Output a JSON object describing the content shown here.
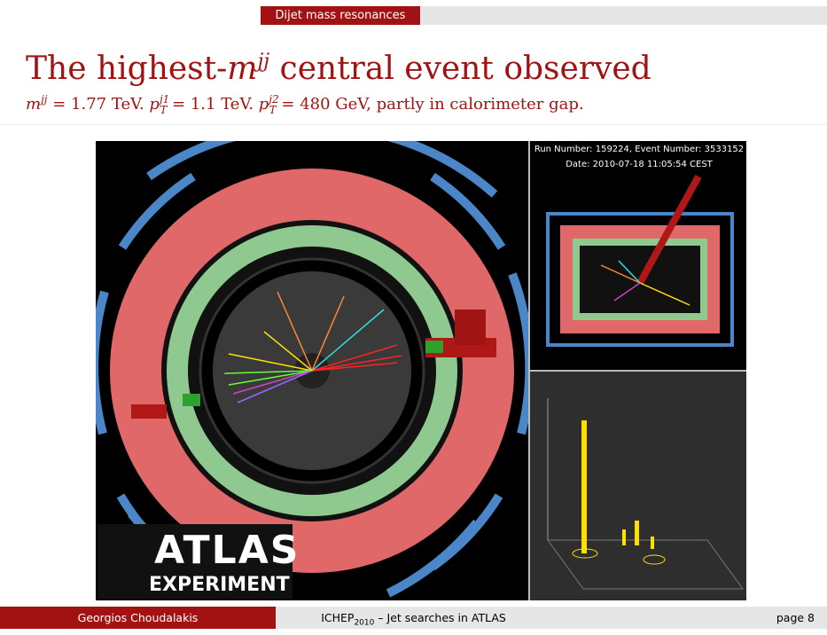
{
  "header": {
    "section": "Dijet mass resonances"
  },
  "slide": {
    "title_prefix": "The highest-",
    "title_m": "m",
    "title_jj": "jj",
    "title_suffix": " central event observed",
    "sub": {
      "m": "m",
      "jj": "jj",
      "eq1": " = 1.77 TeV. ",
      "p": "p",
      "j1": "j1",
      "T": "T",
      "eq2": " = 1.1 TeV. ",
      "j2": "j2",
      "eq3": " = 480 GeV, partly in calorimeter gap."
    }
  },
  "event": {
    "run_line": "Run Number: 159224, Event Number: 3533152",
    "date_line": "Date: 2010-07-18 11:05:54 CEST"
  },
  "logo": {
    "line1": "ATLAS",
    "line2": "EXPERIMENT"
  },
  "footer": {
    "author": "Georgios Choudalakis",
    "conf": "ICHEP",
    "conf_sub": "2010",
    "talk": " – Jet searches in ATLAS",
    "page": "page 8"
  },
  "colors": {
    "brand": "#a31212",
    "calorimeter_outer": "#e06868",
    "calorimeter_inner": "#8fc98f",
    "muon": "#4a86c8"
  }
}
